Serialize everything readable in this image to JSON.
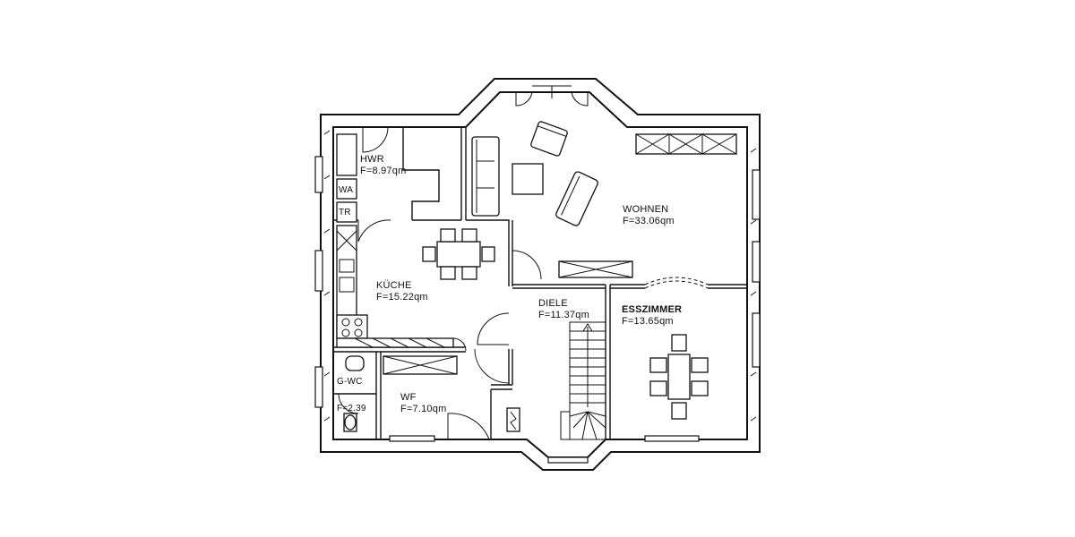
{
  "rooms": {
    "hwr": {
      "name": "HWR",
      "area": "F=8.97qm"
    },
    "wohnen": {
      "name": "WOHNEN",
      "area": "F=33.06qm"
    },
    "kueche": {
      "name": "KÜCHE",
      "area": "F=15.22qm"
    },
    "diele": {
      "name": "DIELE",
      "area": "F=11.37qm"
    },
    "esszimmer": {
      "name": "ESSZIMMER",
      "area": "F=13.65qm"
    },
    "gwc": {
      "name": "G-WC",
      "area": "F=2.39"
    },
    "wf": {
      "name": "WF",
      "area": "F=7.10qm"
    }
  },
  "appliances": {
    "wa": "WA",
    "tr": "TR"
  },
  "colors": {
    "ink": "#111111",
    "paper": "#ffffff"
  }
}
